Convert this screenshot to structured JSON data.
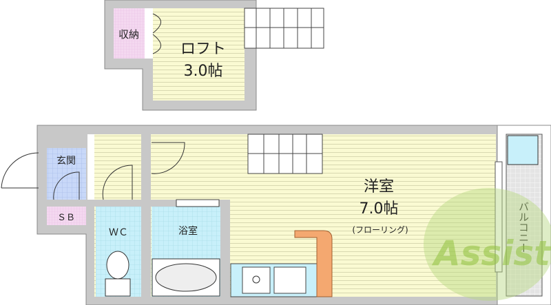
{
  "rooms": {
    "storage": "収納",
    "loft": "ロフト",
    "loft_size": "3.0帖",
    "entrance": "玄関",
    "shoe_box": "ＳＢ",
    "toilet": "ＷＣ",
    "bath": "浴室",
    "western_room": "洋室",
    "western_size": "7.0帖",
    "flooring": "(フローリング)",
    "balcony": "バルコニー"
  },
  "watermark": "Assist",
  "colors": {
    "wall": "#c8c8c8",
    "flooring": "#fafad2",
    "wet_area": "#c8f0fa",
    "entrance": "#c8d8f8",
    "storage": "#f4d8f0",
    "counter": "#f4a870",
    "watermark": "#9cc850"
  }
}
